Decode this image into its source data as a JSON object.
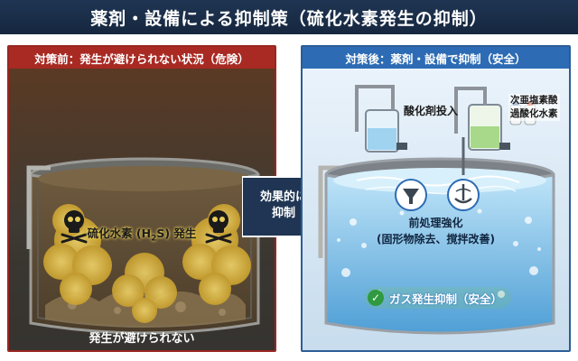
{
  "title": "薬剤・設備による抑制策（硫化水素発生の抑制）",
  "left_panel": {
    "header": "対策前：発生が避けられない状況（危険）",
    "gas_label_pre": "硫化水素 (H",
    "gas_label_sub": "2",
    "gas_label_post": "S) 発生",
    "bottom_label": "発生が避けられない"
  },
  "arrow": {
    "line1": "効果的に",
    "line2": "抑制"
  },
  "right_panel": {
    "header": "対策後：薬剤・設備で抑制（安全）",
    "oxidant_label": "酸化剤投入",
    "chemicals": [
      "次亜塩素酸",
      "過酸化水素"
    ],
    "pretreat_line1": "前処理強化",
    "pretreat_line2": "(固形物除去、撹拌改善)",
    "safe_label": "ガス発生抑制（安全）"
  },
  "colors": {
    "danger": "#a82a23",
    "safe": "#2d6cb4",
    "gas": "#d9b437",
    "water": "#8fc9ee",
    "check": "#2f9a3f"
  },
  "icons": [
    "skull-icon",
    "funnel-icon",
    "stirrer-icon",
    "check-icon",
    "arrow-right-icon"
  ]
}
